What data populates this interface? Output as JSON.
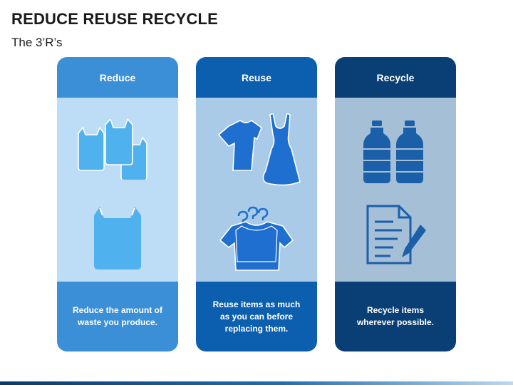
{
  "header": {
    "title": "REDUCE REUSE RECYCLE",
    "subtitle": "The 3’R’s"
  },
  "cards": [
    {
      "title": "Reduce",
      "description": "Reduce the amount of waste you produce.",
      "icons": [
        "plastic-bags-icon",
        "plastic-bag-icon"
      ],
      "colors": {
        "header": "#3b8fd6",
        "body": "#bddcf6",
        "footer": "#3b8fd6",
        "icon": "#4fb2ee"
      }
    },
    {
      "title": "Reuse",
      "description": "Reuse items as much as you can before replacing them.",
      "icons": [
        "clothes-icon",
        "clothes-hanger-icon"
      ],
      "colors": {
        "header": "#0b5fae",
        "body": "#a9cbe8",
        "footer": "#0b5fae",
        "icon": "#1e6fcf"
      }
    },
    {
      "title": "Recycle",
      "description": "Recycle items wherever possible.",
      "icons": [
        "plastic-bottles-icon",
        "paper-document-icon"
      ],
      "colors": {
        "header": "#0a3f76",
        "body": "#a5bfd7",
        "footer": "#0a3f76",
        "icon": "#1b5fa8"
      }
    }
  ]
}
